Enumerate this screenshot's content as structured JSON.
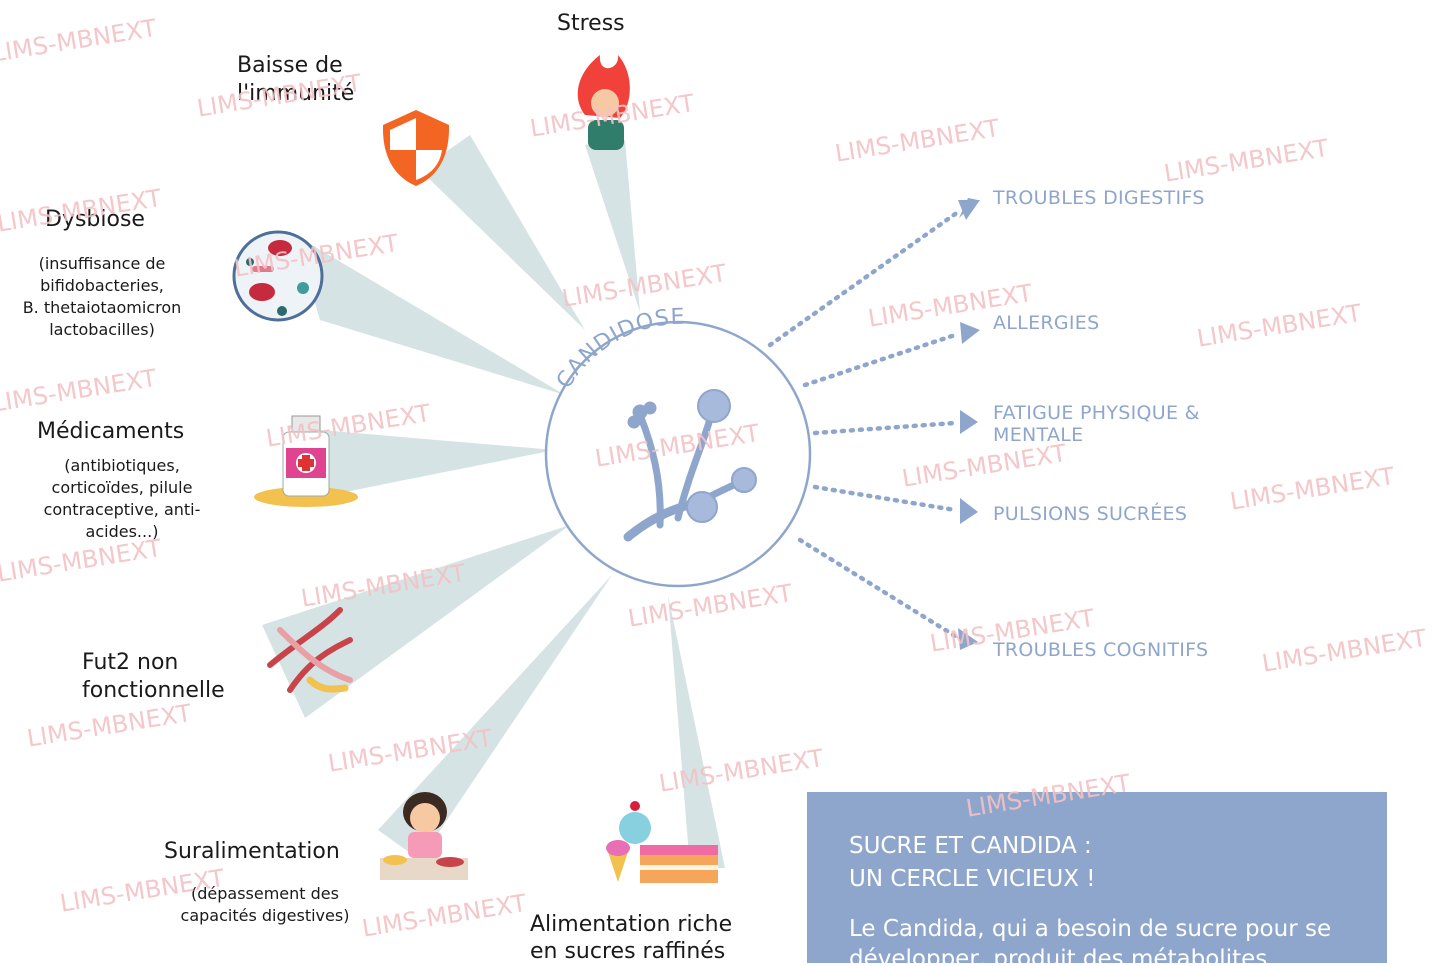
{
  "center_label": "CANDIDOSE",
  "causes": {
    "stress": {
      "title": "Stress"
    },
    "immunite": {
      "title_l1": "Baisse de",
      "title_l2": "l'immunité"
    },
    "dysbiose": {
      "title": "Dysbiose",
      "detail": [
        "(insuffisance de",
        "bifidobacteries,",
        "B. thetaiotaomicron",
        "lactobacilles)"
      ]
    },
    "medicaments": {
      "title": "Médicaments",
      "detail": [
        "(antibiotiques,",
        "corticoïdes, pilule",
        "contraceptive, anti-",
        "acides...)"
      ]
    },
    "fut2": {
      "title_l1": "Fut2 non",
      "title_l2": "fonctionnelle"
    },
    "suralimentation": {
      "title": "Suralimentation",
      "detail": [
        "(dépassement des",
        "capacités digestives)"
      ]
    },
    "sucres": {
      "title_l1": "Alimentation riche",
      "title_l2": "en sucres raffinés"
    }
  },
  "effects": {
    "digestifs": "TROUBLES DIGESTIFS",
    "allergies": "ALLERGIES",
    "fatigue_l1": "FATIGUE PHYSIQUE &",
    "fatigue_l2": "MENTALE",
    "pulsions": "PULSIONS SUCRÉES",
    "cognitifs": "TROUBLES COGNITIFS"
  },
  "box": {
    "title_l1": "SUCRE ET CANDIDA :",
    "title_l2": "UN CERCLE VICIEUX !",
    "text": "Le Candida, qui a besoin de sucre pour se développer, produit des métabolites"
  },
  "watermark": "LIMS-MBNEXT",
  "icons": [
    "flame-stress-icon",
    "shield-icon",
    "bacteria-icon",
    "medicine-bottle-icon",
    "dna-icon",
    "eating-girl-icon",
    "cake-icon",
    "candida-fungus-icon",
    "refresh-cycle-icon"
  ],
  "colors": {
    "accent": "#8fa6cc",
    "ray": "#d6e3e4",
    "shield": "#f26522",
    "watermark": "#f3c2c5"
  }
}
